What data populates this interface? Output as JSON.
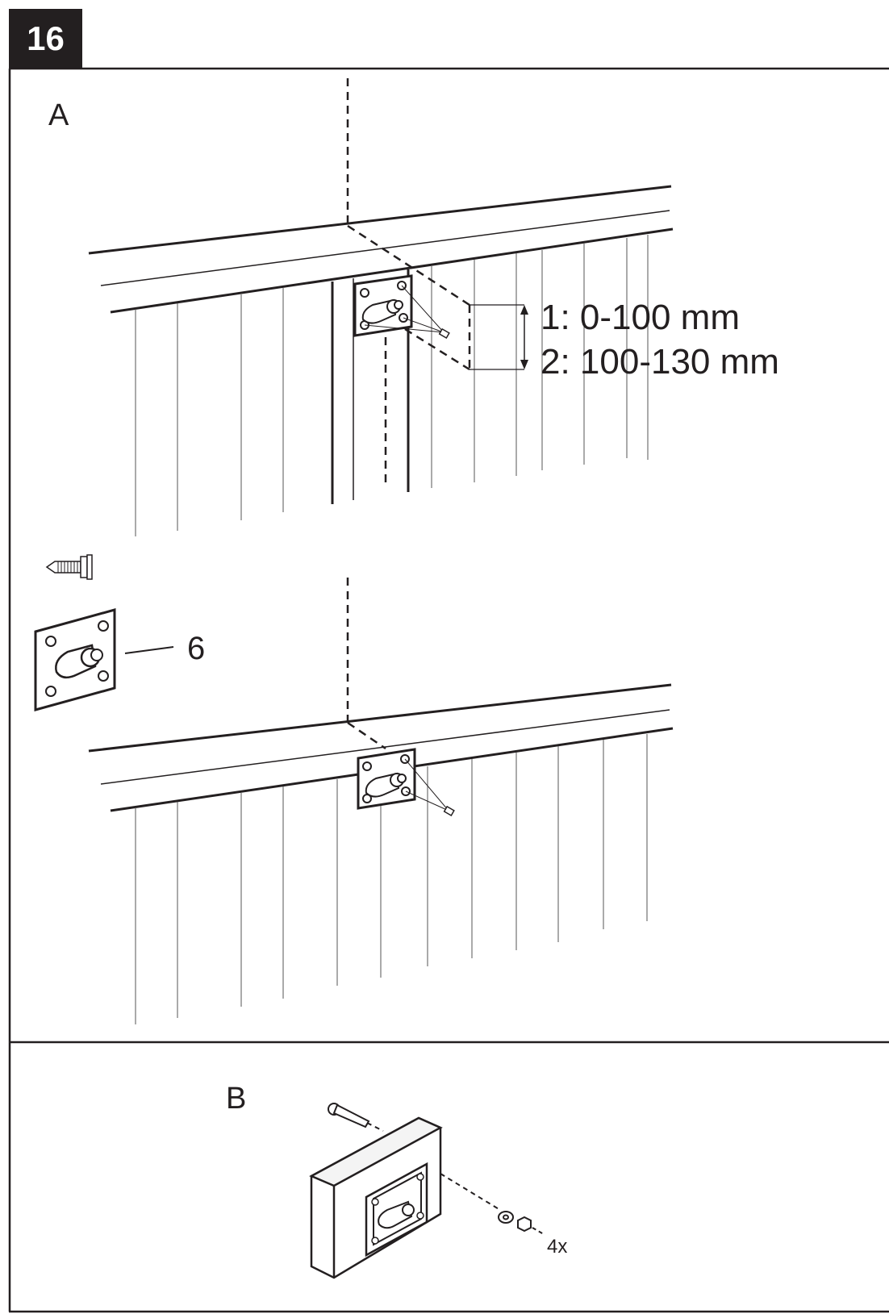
{
  "step": {
    "number": "16"
  },
  "panel_a": {
    "label": "A",
    "measurements": [
      "1: 0-100 mm",
      "2: 100-130 mm"
    ],
    "part_number": "6"
  },
  "panel_b": {
    "label": "B",
    "quantity": "4x"
  },
  "colors": {
    "ink": "#231f20",
    "background": "#ffffff"
  }
}
